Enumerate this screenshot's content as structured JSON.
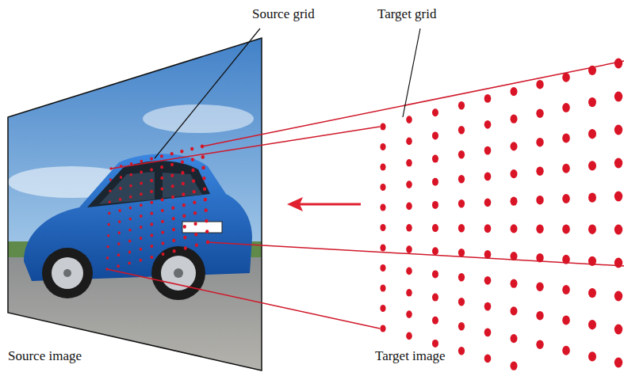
{
  "diagram": {
    "labels": [
      "Source grid",
      "Target grid",
      "Source image",
      "Target image"
    ]
  }
}
